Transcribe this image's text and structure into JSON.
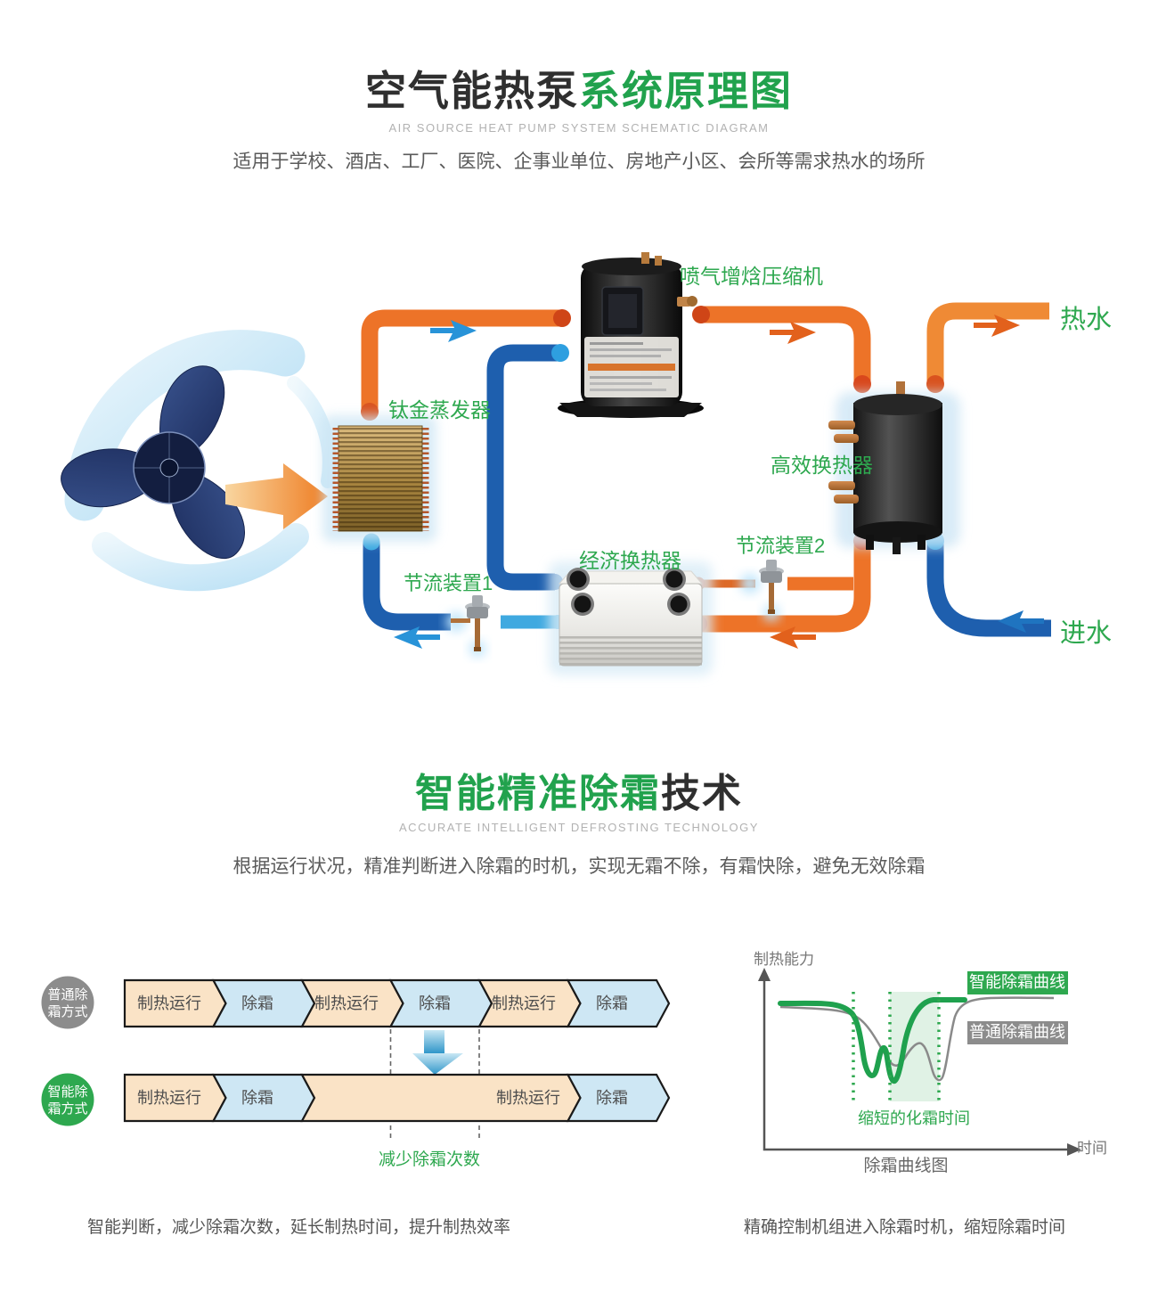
{
  "header1": {
    "title_black": "空气能热泵",
    "title_green": "系统原理图",
    "subtitle": "AIR SOURCE HEAT PUMP SYSTEM SCHEMATIC DIAGRAM",
    "description": "适用于学校、酒店、工厂、医院、企事业单位、房地产小区、会所等需求热水的场所"
  },
  "schematic": {
    "labels": {
      "compressor": "喷气增焓压缩机",
      "evaporator": "钛金蒸发器",
      "heat_exchanger": "高效换热器",
      "economizer": "经济换热器",
      "throttle1": "节流装置1",
      "throttle2": "节流装置2",
      "hot_water": "热水",
      "water_inlet": "进水"
    }
  },
  "header2": {
    "title_green": "智能精准除霜",
    "title_black": "技术",
    "subtitle": "ACCURATE INTELLIGENT DEFROSTING TECHNOLOGY",
    "description": "根据运行状况，精准判断进入除霜的时机，实现无霜不除，有霜快除，避免无效除霜"
  },
  "timeline": {
    "normal_badge": {
      "line1": "普通除",
      "line2": "霜方式"
    },
    "smart_badge": {
      "line1": "智能除",
      "line2": "霜方式"
    },
    "normal_segments": [
      {
        "label": "制热运行"
      },
      {
        "label": "除霜"
      },
      {
        "label": "制热运行"
      },
      {
        "label": "除霜"
      },
      {
        "label": "制热运行"
      },
      {
        "label": "除霜"
      }
    ],
    "smart_segments": [
      {
        "label": "制热运行"
      },
      {
        "label": "除霜"
      },
      {
        "label": "制热运行"
      },
      {
        "label": "除霜"
      }
    ],
    "note": "减少除霜次数"
  },
  "chart": {
    "y_label": "制热能力",
    "x_label": "时间",
    "caption": "除霜曲线图",
    "legend_smart": "智能除霜曲线",
    "legend_normal": "普通除霜曲线",
    "shaded_label": "缩短的化霜时间"
  },
  "captions": {
    "left": "智能判断，减少除霜次数，延长制热时间，提升制热效率",
    "right": "精确控制机组进入除霜时机，缩短除霜时间"
  },
  "colors": {
    "green": "#2EA84F",
    "pipe_orange": "#ED7328",
    "pipe_orange_dark": "#D9481C",
    "pipe_blue_dark": "#1E5FAE",
    "pipe_blue_light": "#3FA9E0",
    "timeline_peach": "#FAE3C6",
    "timeline_blue": "#CEE7F4",
    "badge_gray": "#8C8C8C",
    "curve_gray": "#8A8A8A",
    "curve_green": "#1FA14E"
  },
  "chart_data": {
    "type": "line",
    "title": "除霜曲线图",
    "xlabel": "时间",
    "ylabel": "制热能力",
    "grid": false,
    "legend_position": "right",
    "series": [
      {
        "name": "智能除霜曲线",
        "color": "#1FA14E",
        "x_pct": [
          0,
          22,
          26,
          29,
          31,
          33,
          36,
          40,
          48,
          58
        ],
        "y_pct": [
          95,
          95,
          62,
          52,
          65,
          50,
          62,
          88,
          97,
          97
        ]
      },
      {
        "name": "普通除霜曲线",
        "color": "#8A8A8A",
        "x_pct": [
          0,
          24,
          35,
          41,
          46,
          51,
          55,
          60,
          75,
          88
        ],
        "y_pct": [
          93,
          92,
          70,
          58,
          65,
          48,
          45,
          80,
          96,
          97
        ]
      }
    ],
    "annotations": [
      "缩短的化霜时间"
    ],
    "highlight_band_x_pct": [
      37,
      52
    ]
  }
}
